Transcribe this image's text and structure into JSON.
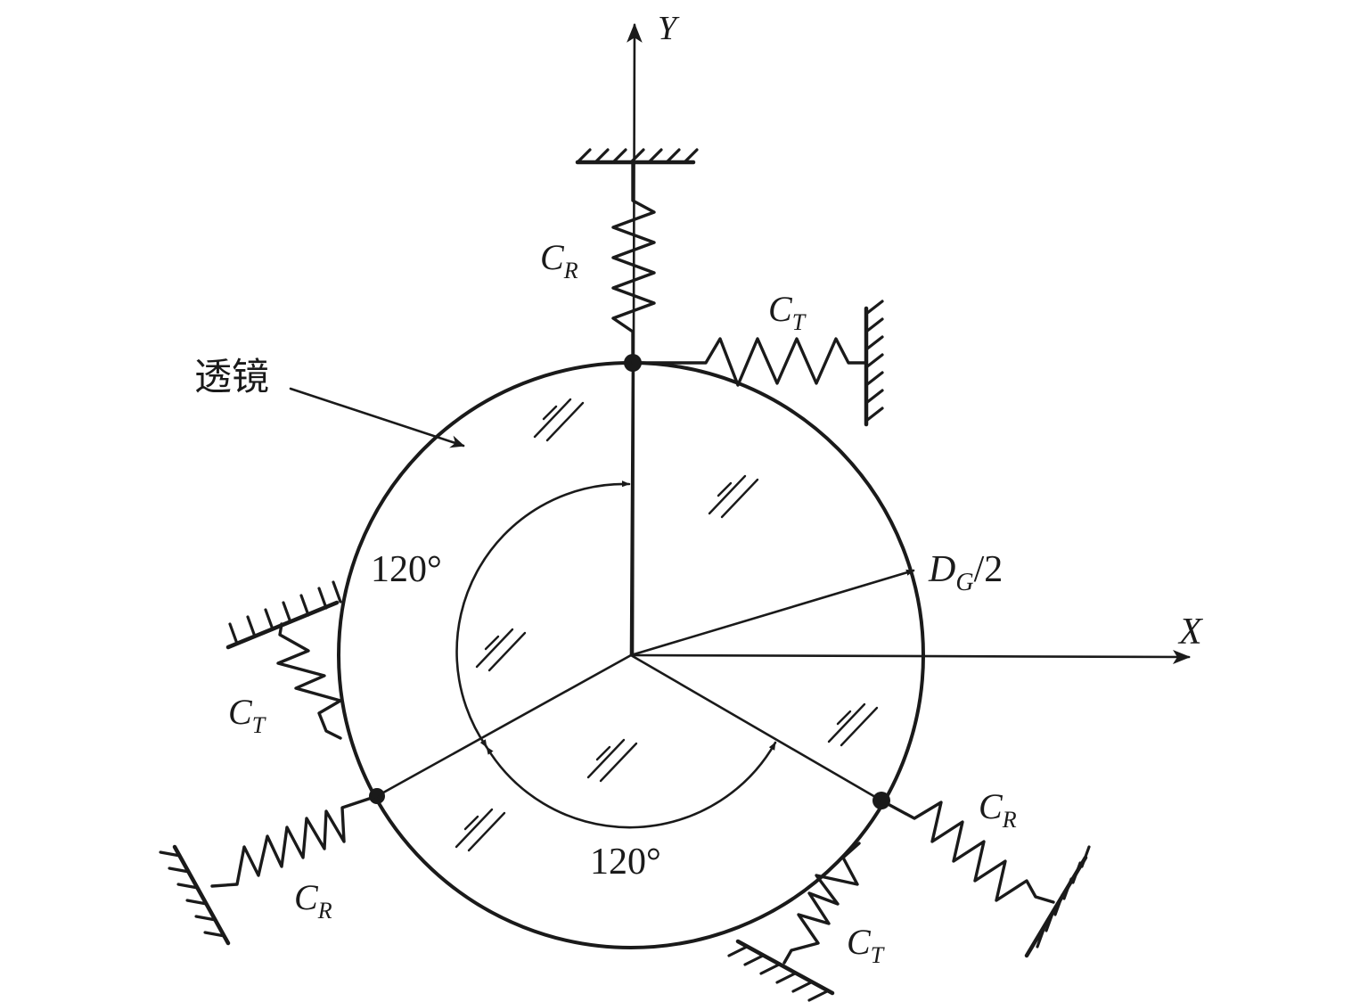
{
  "axes": {
    "x": "X",
    "y": "Y"
  },
  "lens_label": "透镜",
  "angle_labels": [
    "120°",
    "120°"
  ],
  "radius_label": {
    "main": "D",
    "sub": "G",
    "suffix": "/2"
  },
  "springs": [
    {
      "main": "C",
      "sub": "R"
    },
    {
      "main": "C",
      "sub": "T"
    },
    {
      "main": "C",
      "sub": "T"
    },
    {
      "main": "C",
      "sub": "R"
    },
    {
      "main": "C",
      "sub": "R"
    },
    {
      "main": "C",
      "sub": "T"
    }
  ],
  "colors": {
    "ink": "#1a1a1a",
    "background": "#ffffff"
  }
}
